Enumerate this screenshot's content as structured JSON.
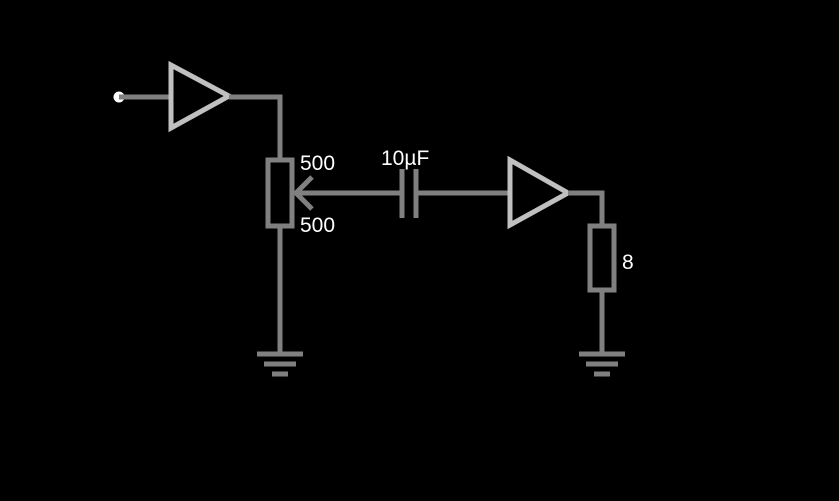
{
  "schematic": {
    "pot_top_value": "500",
    "pot_bottom_value": "500",
    "capacitor_value": "10µF",
    "load_resistor_value": "8"
  },
  "colors": {
    "background": "#000000",
    "wire": "#808080",
    "amplifier": "#c0c0c0",
    "input_node": "#ffffff",
    "label": "#ffffff"
  }
}
